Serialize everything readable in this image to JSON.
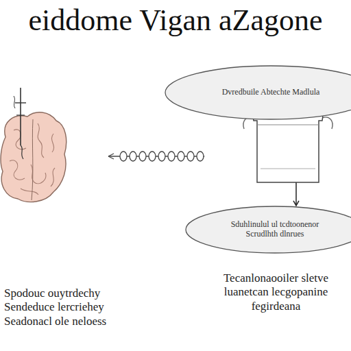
{
  "diagram": {
    "title": "eiddome Vigan aZagone",
    "nodes": [
      {
        "text": [
          "Dvredbuile Abtechte Madlula"
        ]
      },
      {
        "text": [
          "Sduhlinulul ul tcdtoonenor Scrudlhth dlnrues"
        ]
      }
    ],
    "edges": [
      {
        "from": 0,
        "to": 1,
        "arrow": "to"
      }
    ],
    "labels": [
      "Spodouc ouytrdechy Sendeduce lercriehey Seadonacl ole neloess",
      "Tecanlonaooiler sletve luanetcan lecgopanine fegirdeana"
    ]
  }
}
